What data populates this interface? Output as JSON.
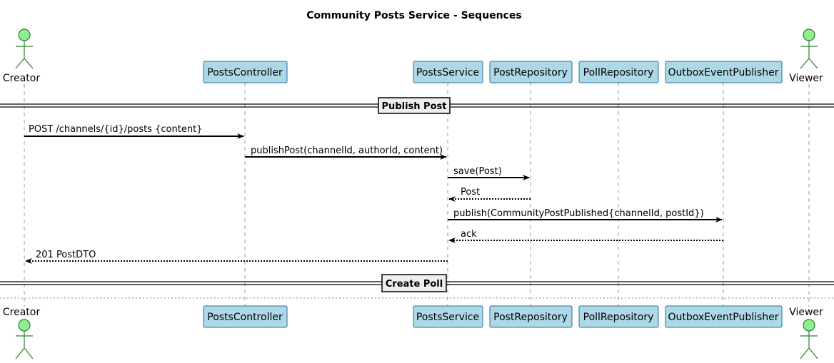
{
  "diagram": {
    "title": "Community Posts Service - Sequences",
    "participants": [
      {
        "id": "creator",
        "label": "Creator",
        "kind": "actor"
      },
      {
        "id": "controller",
        "label": "PostsController",
        "kind": "participant"
      },
      {
        "id": "service",
        "label": "PostsService",
        "kind": "participant"
      },
      {
        "id": "postrepo",
        "label": "PostRepository",
        "kind": "participant"
      },
      {
        "id": "pollrepo",
        "label": "PollRepository",
        "kind": "participant"
      },
      {
        "id": "outbox",
        "label": "OutboxEventPublisher",
        "kind": "participant"
      },
      {
        "id": "viewer",
        "label": "Viewer",
        "kind": "actor"
      }
    ],
    "sections": [
      {
        "label": "Publish Post"
      },
      {
        "label": "Create Poll"
      }
    ],
    "messages": [
      {
        "from": "creator",
        "to": "controller",
        "label": "POST /channels/{id}/posts {content}",
        "style": "solid"
      },
      {
        "from": "controller",
        "to": "service",
        "label": "publishPost(channelId, authorId, content)",
        "style": "solid"
      },
      {
        "from": "service",
        "to": "postrepo",
        "label": "save(Post)",
        "style": "solid"
      },
      {
        "from": "postrepo",
        "to": "service",
        "label": "Post",
        "style": "dotted"
      },
      {
        "from": "service",
        "to": "outbox",
        "label": "publish(CommunityPostPublished{channelId, postId})",
        "style": "solid"
      },
      {
        "from": "outbox",
        "to": "service",
        "label": "ack",
        "style": "dotted"
      },
      {
        "from": "service",
        "to": "creator",
        "label": "201 PostDTO",
        "style": "dotted"
      }
    ]
  }
}
